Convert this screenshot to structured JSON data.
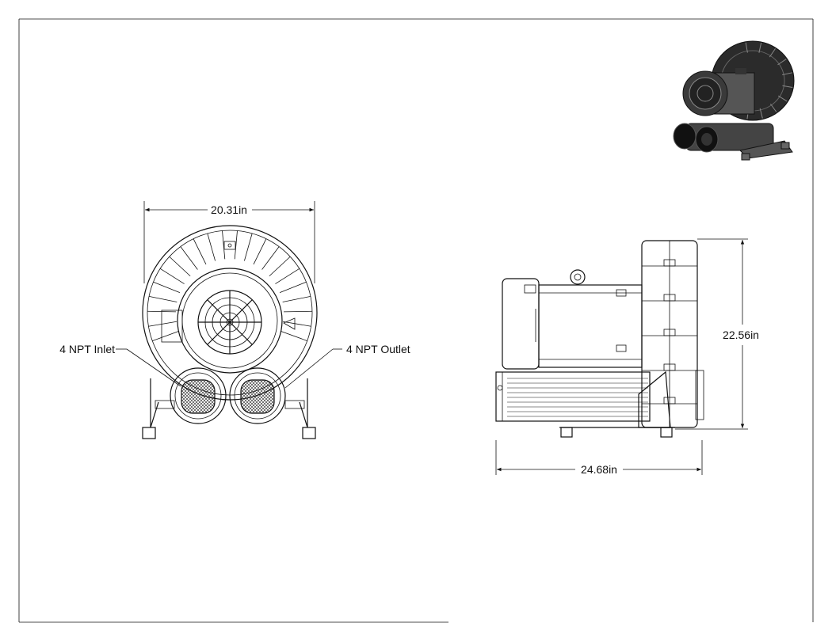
{
  "drawing": {
    "dimensions": {
      "front_width": "20.31in",
      "side_height": "22.56in",
      "side_length": "24.68in"
    },
    "callouts": {
      "inlet": "4 NPT Inlet",
      "outlet": "4 NPT Outlet"
    }
  }
}
